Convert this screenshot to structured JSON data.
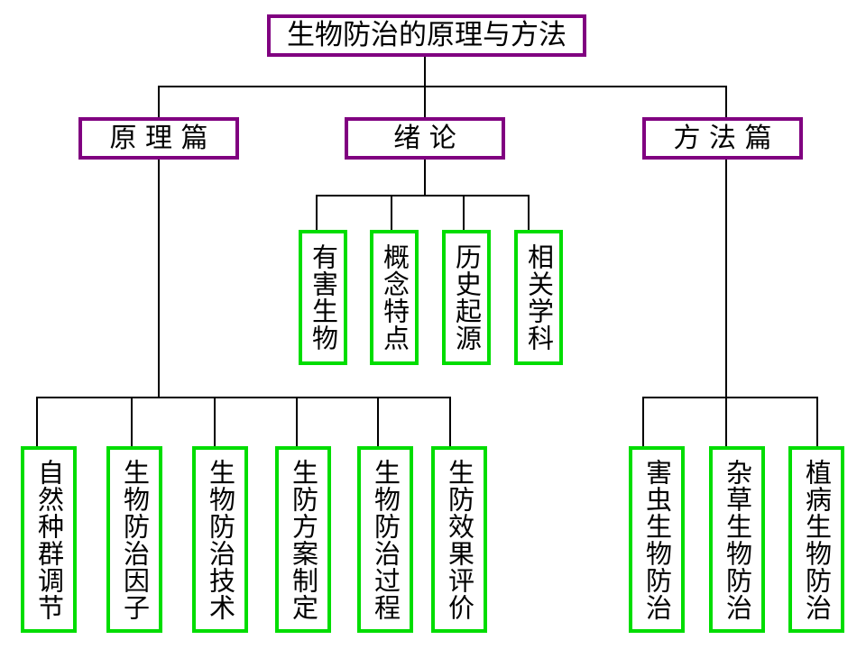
{
  "diagram": {
    "title": "生物防治的原理与方法",
    "type": "organization-tree",
    "colors": {
      "root_border": "#800080",
      "branch_border": "#800080",
      "leaf_border": "#00DD00",
      "connector": "#000000",
      "background": "#FFFFFF",
      "text": "#000000"
    }
  },
  "root": {
    "label": "生物防治的原理与方法"
  },
  "branches": [
    {
      "label": "原 理 篇"
    },
    {
      "label": "绪    论"
    },
    {
      "label": "方 法 篇"
    }
  ],
  "intro_children": [
    {
      "label": "有害生物"
    },
    {
      "label": "概念特点"
    },
    {
      "label": "历史起源"
    },
    {
      "label": "相关学科"
    }
  ],
  "principle_children": [
    {
      "label": "自然种群调节"
    },
    {
      "label": "生物防治因子"
    },
    {
      "label": "生物防治技术"
    },
    {
      "label": "生防方案制定"
    },
    {
      "label": "生物防治过程"
    },
    {
      "label": "生防效果评价"
    }
  ],
  "method_children": [
    {
      "label": "害虫生物防治"
    },
    {
      "label": "杂草生物防治"
    },
    {
      "label": "植病生物防治"
    }
  ]
}
